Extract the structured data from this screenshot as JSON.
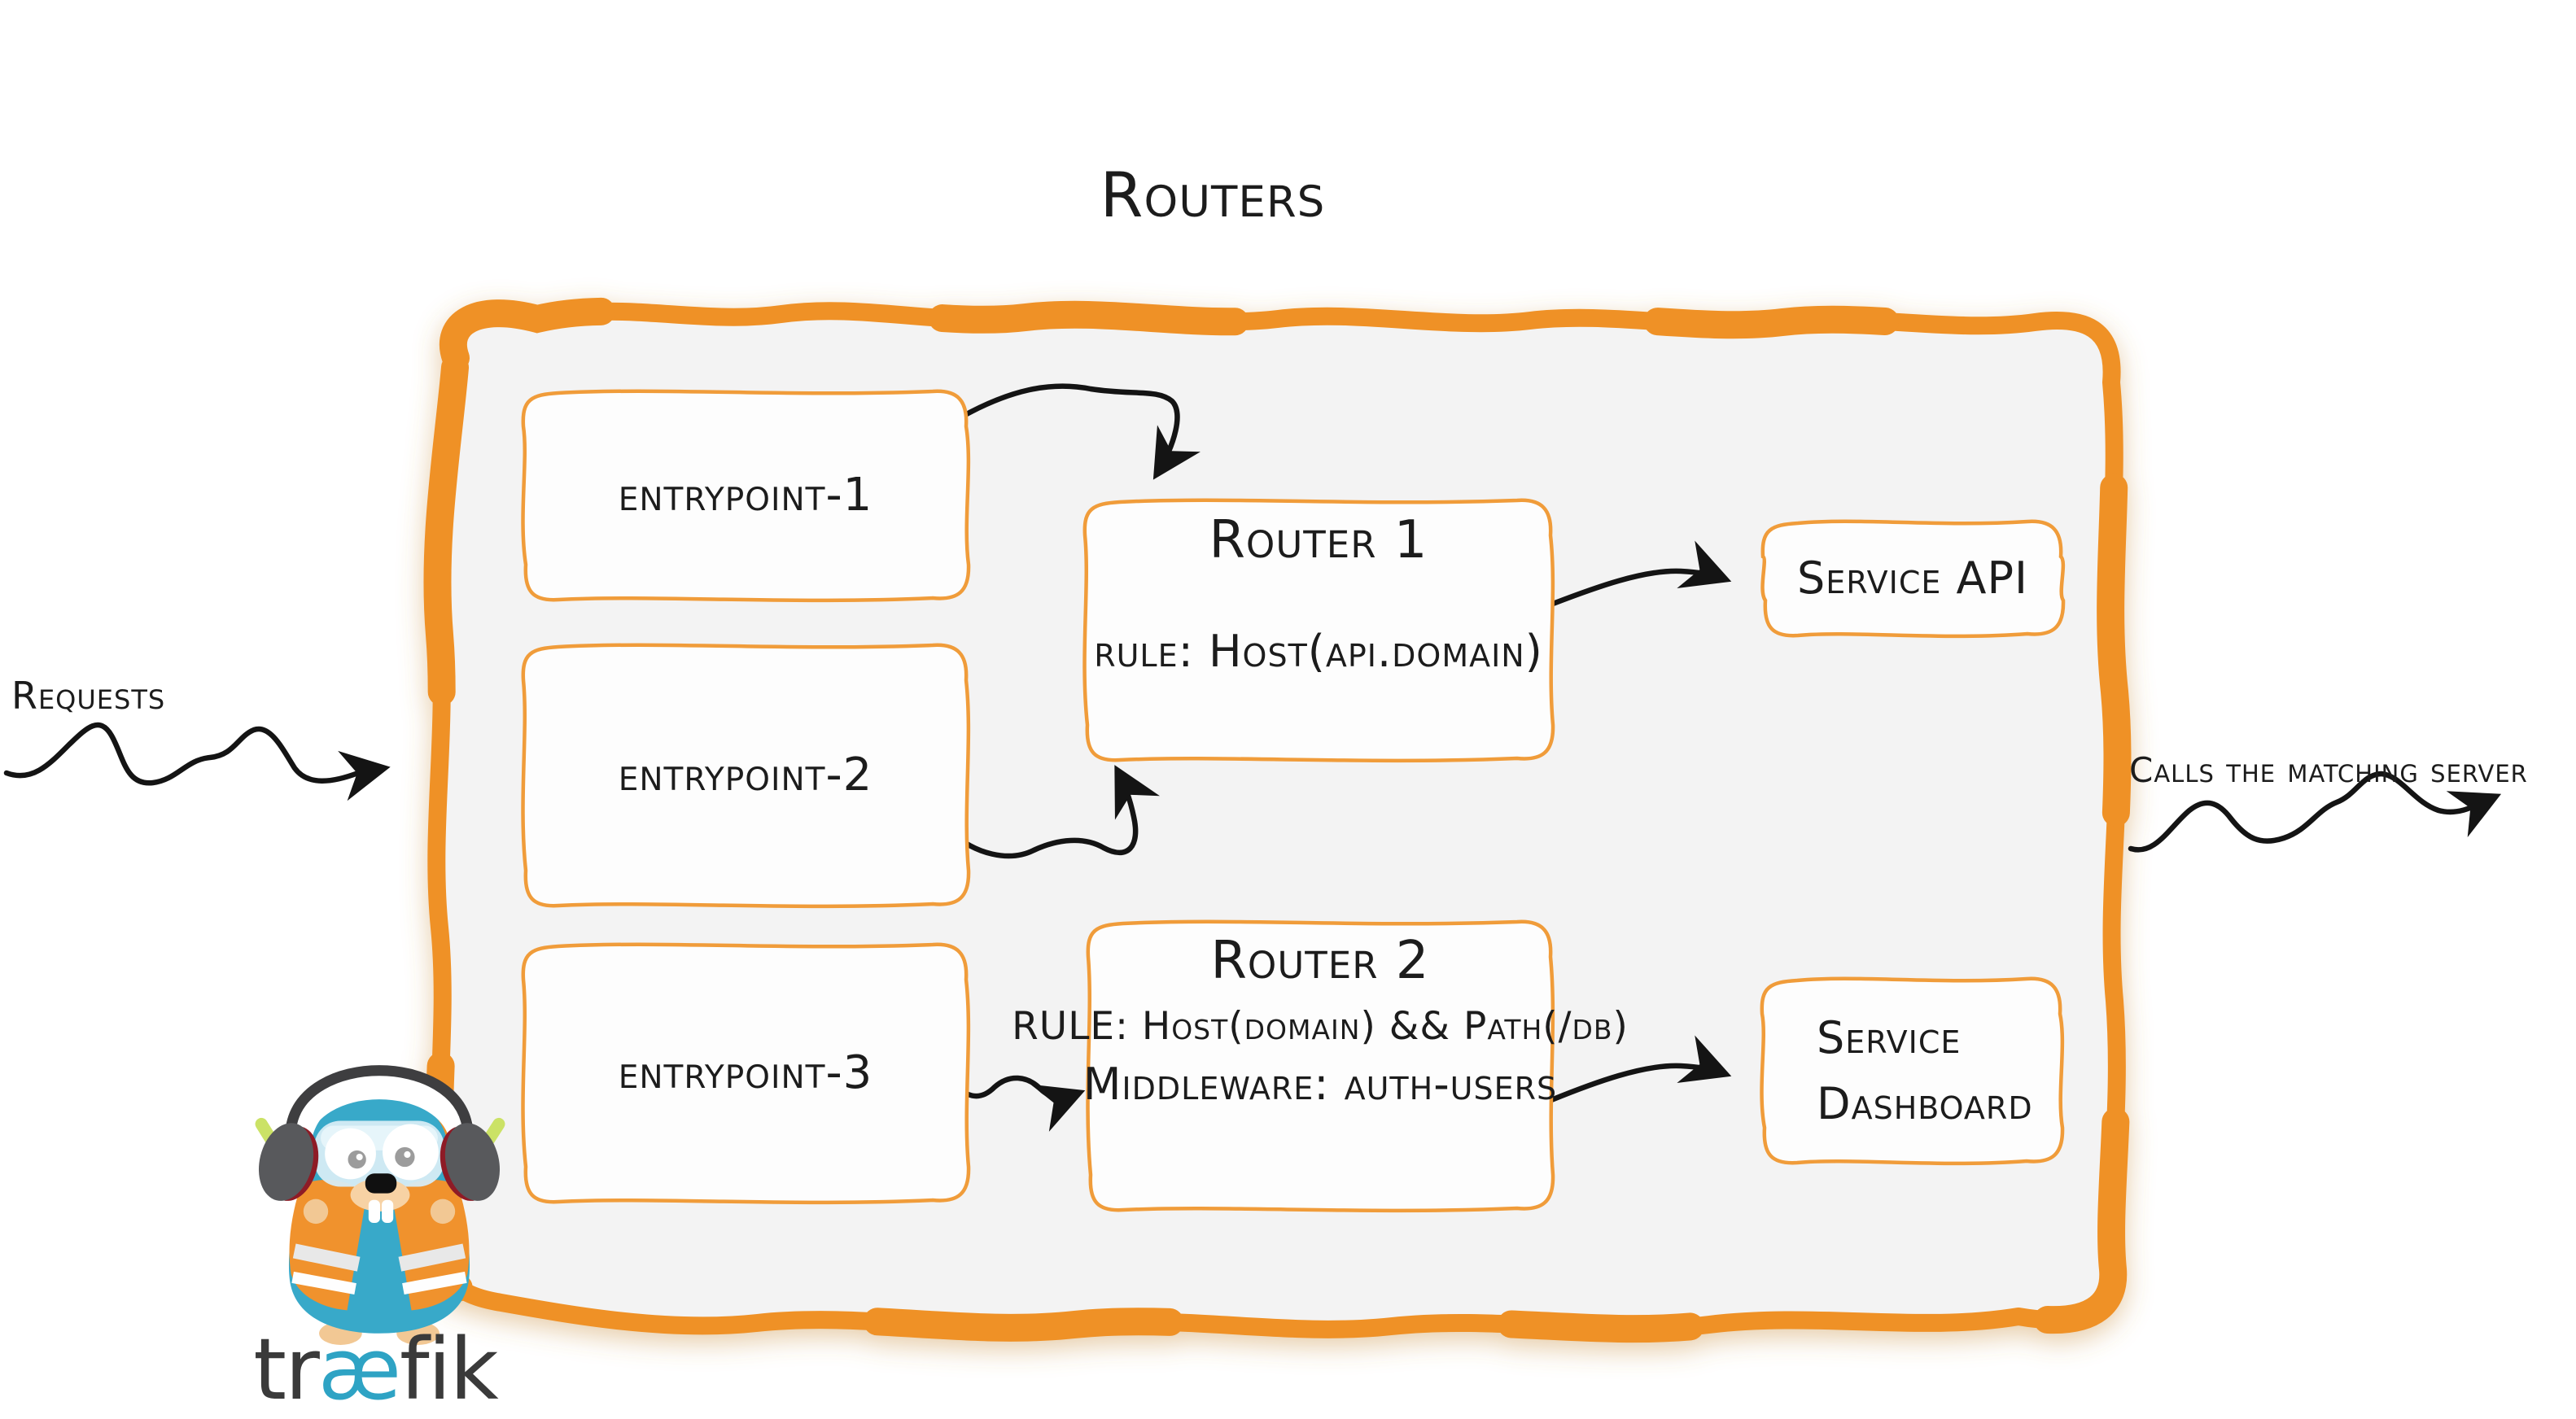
{
  "diagram": {
    "title": "Routers",
    "input_label": "Requests",
    "output_label": "Calls the matching server",
    "entrypoints": [
      {
        "label": "entrypoint-1"
      },
      {
        "label": "entrypoint-2"
      },
      {
        "label": "entrypoint-3"
      }
    ],
    "routers": [
      {
        "name": "Router 1",
        "rule": "rule: Host(api.domain)"
      },
      {
        "name": "Router 2",
        "rule": "RULE: Host(domain) && Path(/db)",
        "middleware": "Middleware: auth-users"
      }
    ],
    "services": [
      {
        "label": "Service API"
      },
      {
        "label": "Service Dashboard"
      }
    ],
    "connections": [
      {
        "from": "Requests",
        "to": "entrypoints container"
      },
      {
        "from": "entrypoint-1",
        "to": "Router 1"
      },
      {
        "from": "entrypoint-2",
        "to": "Router 1"
      },
      {
        "from": "entrypoint-3",
        "to": "Router 2"
      },
      {
        "from": "Router 1",
        "to": "Service API"
      },
      {
        "from": "Router 2",
        "to": "Service Dashboard"
      },
      {
        "from": "routers container",
        "to": "Calls the matching server"
      }
    ],
    "logo": {
      "icon": "traefik-gopher-icon",
      "wordmark": {
        "left": "tr",
        "mid": "æ",
        "right": "fik"
      }
    },
    "colors": {
      "container_border": "#ef9126",
      "node_border": "#f09c3a",
      "container_fill": "#f3f3f3",
      "node_fill": "#fdfdfd",
      "ink": "#141414",
      "brand_blue": "#37a8c8",
      "wordmark_gray": "#3a3a3a",
      "vest_orange": "#f0922d",
      "stick_green": "#cbe266"
    }
  }
}
